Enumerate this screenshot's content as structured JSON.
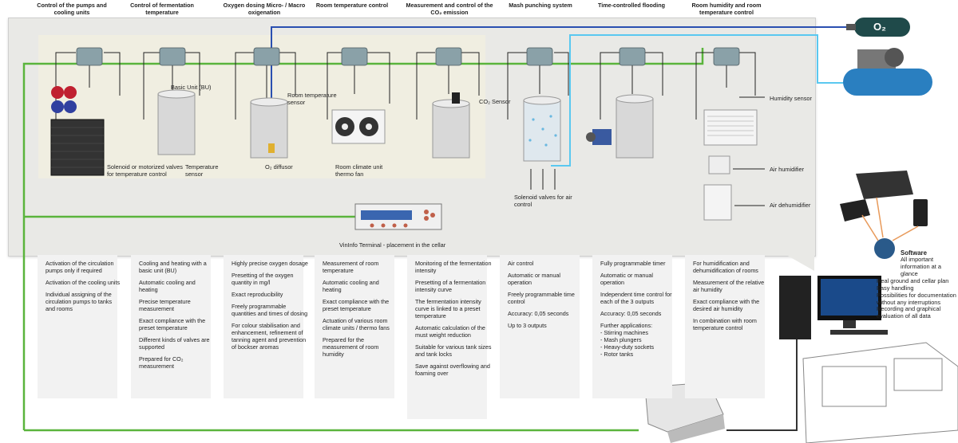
{
  "headers": [
    "Control of the pumps and cooling units",
    "Control of fermentation temperature",
    "Oxygen dosing Micro- / Macro oxigenation",
    "Room temperature control",
    "Measurement and control of the CO₂ emission",
    "Mash punching system",
    "Time-controlled flooding",
    "Room humidity and room temperature control"
  ],
  "labels": {
    "o2": "O₂",
    "basic_unit": "Basic Unit (BU)",
    "solenoid": "Solenoid or motorized valves for temperature control",
    "temp_sensor": "Temperature sensor",
    "o2_diffusor": "O₂ diffusor",
    "room_temp_sensor": "Room temperature sensor",
    "room_climate": "Room climate unit thermo fan",
    "co2_sensor": "CO₂ Sensor",
    "solenoid_air": "Solenoid valves for air control",
    "humidity_sensor": "Humidity sensor",
    "air_humidifier": "Air humidifier",
    "air_dehumidifier": "Air dehumidifier",
    "terminal": "VinInfo Terminal - placement in the cellar"
  },
  "descriptions": [
    [
      "Activation of the circulation pumps only if required",
      "Activation of the cooling units",
      "Individual assigning of the circulation pumps to tanks and rooms"
    ],
    [
      "Cooling and heating with a basic unit (BU)",
      "Automatic cooling and heating",
      "Precise temperature measurement",
      "Exact compliance with the preset temperature",
      "Different kinds of valves are supported",
      "Prepared for CO₂ measurement"
    ],
    [
      "Highly precise oxygen dosage",
      "Presetting of the oxygen quantity in mg/l",
      "Exact reproducibility",
      "Freely programmable quantities and times of dosing",
      "For colour stabilisation and enhancement, refinement of tanning agent and prevention of bockser aromas"
    ],
    [
      "Measurement of room temperature",
      "Automatic cooling and heating",
      "Exact compliance with the preset temperature",
      "Actuation of various room climate units / thermo fans",
      "Prepared for the measurement of room humidity"
    ],
    [
      "Monitoring of the fermentation intensity",
      "Presetting of a fermentation intensity curve",
      "The fermentation intensity curve is linked to a preset temperature",
      "Automatic calculation of the must weight reduction",
      "Suitable for various tank sizes and tank locks",
      "Save against overflowing and foaming over"
    ],
    [
      "Air control",
      "Automatic or manual operation",
      "Freely programmable time control",
      "Accuracy: 0,05 seconds",
      "Up to 3 outputs"
    ],
    [
      "Fully programmable timer",
      "Automatic or manual operation",
      "Independent time control for each of the 3 outputs",
      "Accuracy: 0,05 seconds",
      "Further applications:\n- Stirring machines\n- Mash plungers\n- Heavy-duty sockets\n- Rotor tanks"
    ],
    [
      "For humidification and dehumidification of rooms",
      "Measurement of the relative air humidity",
      "Exact compliance with the desired air humidity",
      "In combination with room temperature control"
    ]
  ],
  "software": {
    "title": "Software",
    "items": [
      "All important information at a glance",
      "Real ground and cellar plan",
      "Easy handling",
      "Possibilities for documentation without any interruptions",
      "Recording and graphical evaluation of all data"
    ]
  },
  "colors": {
    "green_line": "#5ab43c",
    "blue_line": "#2a4fb0",
    "light_blue_line": "#5ac8f0",
    "tank": "#d9d9d9",
    "o2_bottle": "#1f4a4a",
    "compressor": "#2a7fc0"
  }
}
